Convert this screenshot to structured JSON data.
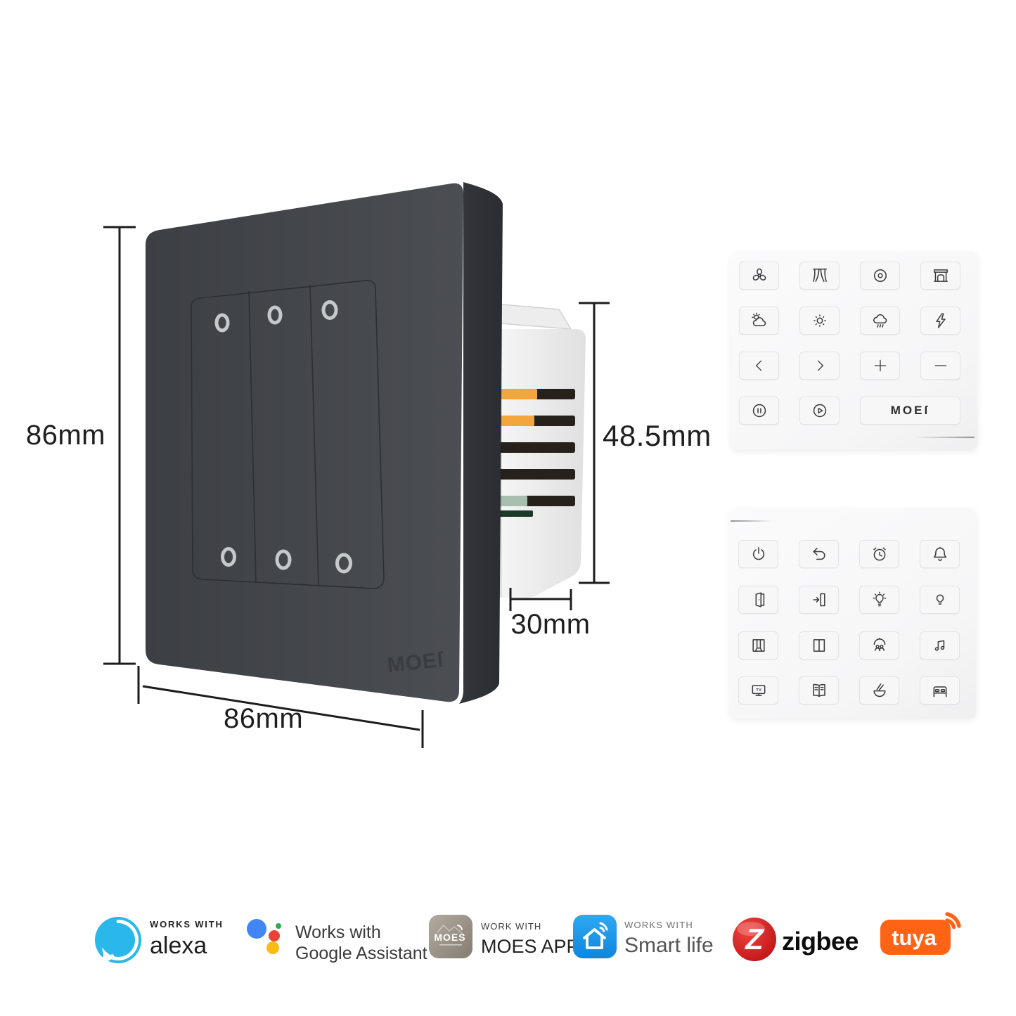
{
  "dimensions": {
    "height": "86mm",
    "width": "86mm",
    "module_height": "48.5mm",
    "module_depth": "30mm"
  },
  "panel": {
    "embossed_logo": "MOEſ"
  },
  "sheets": {
    "top": {
      "cells": [
        "fan",
        "curtains-open",
        "disc",
        "fireplace",
        "cloud-sun",
        "sun",
        "rain",
        "lightning",
        "chevron-left",
        "chevron-right",
        "plus",
        "minus",
        "pause",
        "play",
        {
          "label": "MOEſ",
          "span": 2
        }
      ]
    },
    "bottom": {
      "cells": [
        "power",
        "undo",
        "alarm-clock",
        "bell",
        "door-open",
        "door-enter",
        "bulb-bright",
        "bulb",
        "curtains-closed",
        "window",
        "family",
        "music",
        "tv",
        "book",
        "food",
        "bed"
      ]
    }
  },
  "badges": {
    "alexa": {
      "line1": "WORKS WITH",
      "line2": "alexa"
    },
    "google": {
      "line1": "Works with",
      "line2": "Google Assistant"
    },
    "moes_app": {
      "line1": "WORK WITH",
      "line2": "MOES APP",
      "icon_label": "MOES"
    },
    "smart_life": {
      "line1": "WORKS WITH",
      "line2": "Smart life"
    },
    "zigbee": {
      "label": "zigbee",
      "icon_letter": "Z"
    },
    "tuya": {
      "label": "tuya"
    }
  },
  "colors": {
    "panel_front": "#44474b",
    "panel_side": "#2e3135",
    "indicator_ring": "#c6c9cc",
    "module_accent_orange": "#f2a63c",
    "module_pcb_green": "#a9bfae",
    "alexa_blue": "#2ab7e9",
    "google_blue": "#4285f4",
    "google_red": "#ea4335",
    "google_yellow": "#f9bc15",
    "google_green": "#34a853",
    "smartlife_blue": "#1f9bee",
    "zigbee_red": "#d8201e",
    "tuya_orange": "#ff6316"
  }
}
